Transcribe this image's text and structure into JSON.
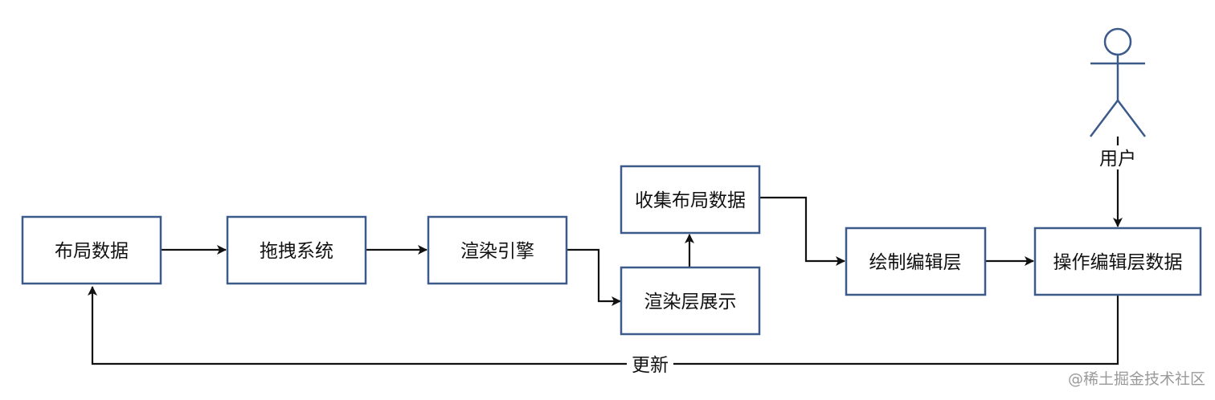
{
  "nodes": {
    "layout_data": "布局数据",
    "drag_system": "拖拽系统",
    "render_engine": "渲染引擎",
    "collect_layout_data": "收集布局数据",
    "render_layer_display": "渲染层展示",
    "draw_edit_layer": "绘制编辑层",
    "operate_edit_layer_data": "操作编辑层数据"
  },
  "actor": {
    "label": "用户"
  },
  "edges": {
    "update_label": "更新"
  },
  "watermark": "@稀土掘金技术社区",
  "colors": {
    "node_border": "#3c5a8a",
    "arrow": "#111111",
    "watermark": "#9a9a9a"
  }
}
